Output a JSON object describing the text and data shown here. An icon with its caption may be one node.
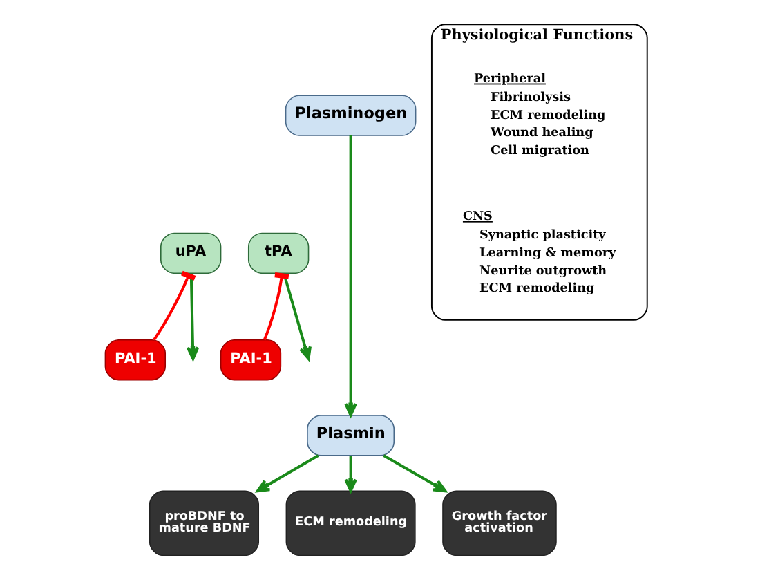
{
  "diagram": {
    "nodes": [
      {
        "text": [
          "Plasminogen"
        ]
      },
      {
        "text": [
          "uPA"
        ]
      },
      {
        "text": [
          "tPA"
        ]
      },
      {
        "text": [
          "PAI-1"
        ]
      },
      {
        "text": [
          "PAI-1"
        ]
      },
      {
        "text": [
          "Plasmin"
        ]
      },
      {
        "text": [
          "proBDNF to mature BDNF"
        ]
      },
      {
        "text": [
          "ECM remodeling"
        ]
      },
      {
        "text": [
          "Growth factor activation"
        ]
      },
      {
        "text": [
          "Physiological Functions"
        ]
      },
      {
        "text": [
          "Peripheral",
          "Fibrinolysis",
          "ECM remodeling",
          "Wound healing",
          "Cell migration"
        ],
        "in": 9
      },
      {
        "text": [
          "CNS",
          "Synaptic plasticity",
          "Learning & memory",
          "Neurite outgrowth",
          "ECM remodeling"
        ],
        "in": 9
      }
    ],
    "edges": [
      {
        "from": 0,
        "to": 5,
        "arrow": "to"
      },
      {
        "from": 1,
        "to": null,
        "arrow": "to"
      },
      {
        "from": 2,
        "to": null,
        "arrow": "to"
      },
      {
        "from": 3,
        "to": 1,
        "arrow": "other",
        "color": "#ff0000"
      },
      {
        "from": 4,
        "to": 2,
        "arrow": "other",
        "color": "#ff0000"
      },
      {
        "from": 5,
        "to": 6,
        "arrow": "to"
      },
      {
        "from": 5,
        "to": 7,
        "arrow": "to"
      },
      {
        "from": 5,
        "to": 8,
        "arrow": "to"
      }
    ]
  }
}
